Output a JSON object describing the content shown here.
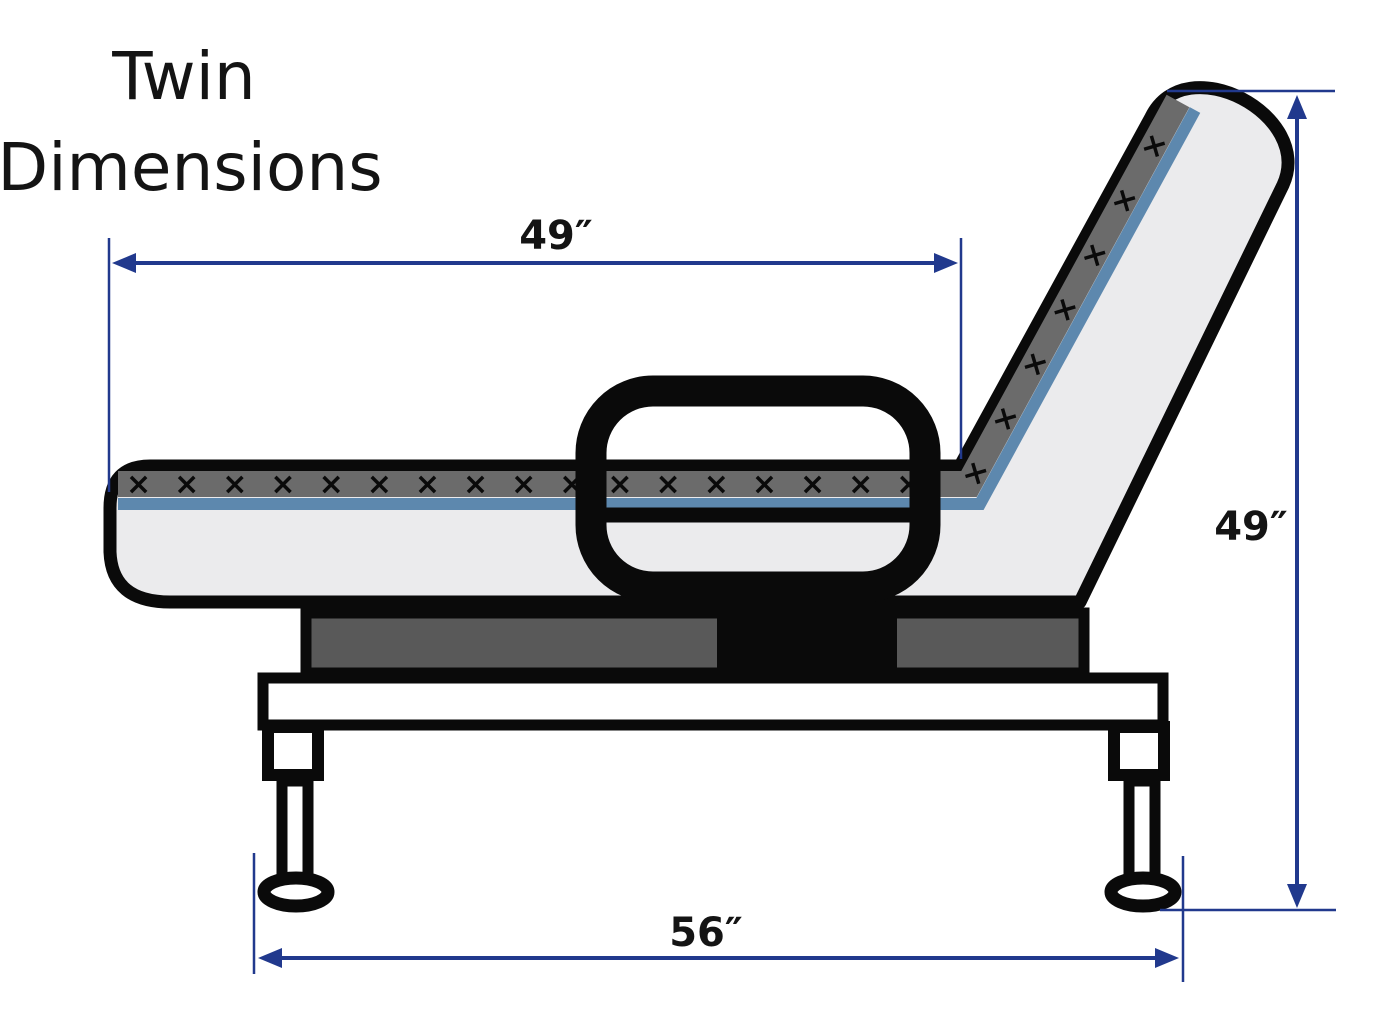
{
  "title": {
    "line1": "Twin",
    "line2": "Dimensions"
  },
  "dimensions": {
    "mattress_flat_width": "49″",
    "overall_height": "49″",
    "base_length": "56″"
  },
  "bed": {
    "stitches_flat": "×××××××××××××××××",
    "stitches_incline": "×××××××"
  },
  "colors": {
    "dimension_blue": "#21398d",
    "outline_black": "#0a0a0a",
    "mattress_fill": "#ebebed",
    "stitch_strip_gray": "#6b6b6b",
    "comfort_layer_blue": "#5d88ae",
    "base_gray": "#595959",
    "text_black": "#141414",
    "background": "#ffffff"
  }
}
